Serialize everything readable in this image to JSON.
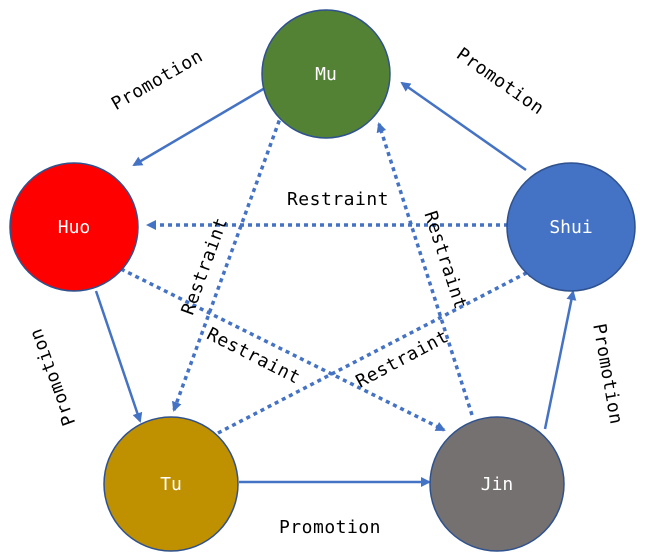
{
  "nodes": {
    "mu": {
      "label": "Mu",
      "color": "#548235"
    },
    "huo": {
      "label": "Huo",
      "color": "#FF0000"
    },
    "shui": {
      "label": "Shui",
      "color": "#4472C4"
    },
    "tu": {
      "label": "Tu",
      "color": "#BF9000"
    },
    "jin": {
      "label": "Jin",
      "color": "#767171"
    }
  },
  "edges": {
    "promotion_label": "Promotion",
    "restraint_label": "Restraint"
  },
  "colors": {
    "arrow": "#4472C4",
    "outline": "#2F528F"
  }
}
